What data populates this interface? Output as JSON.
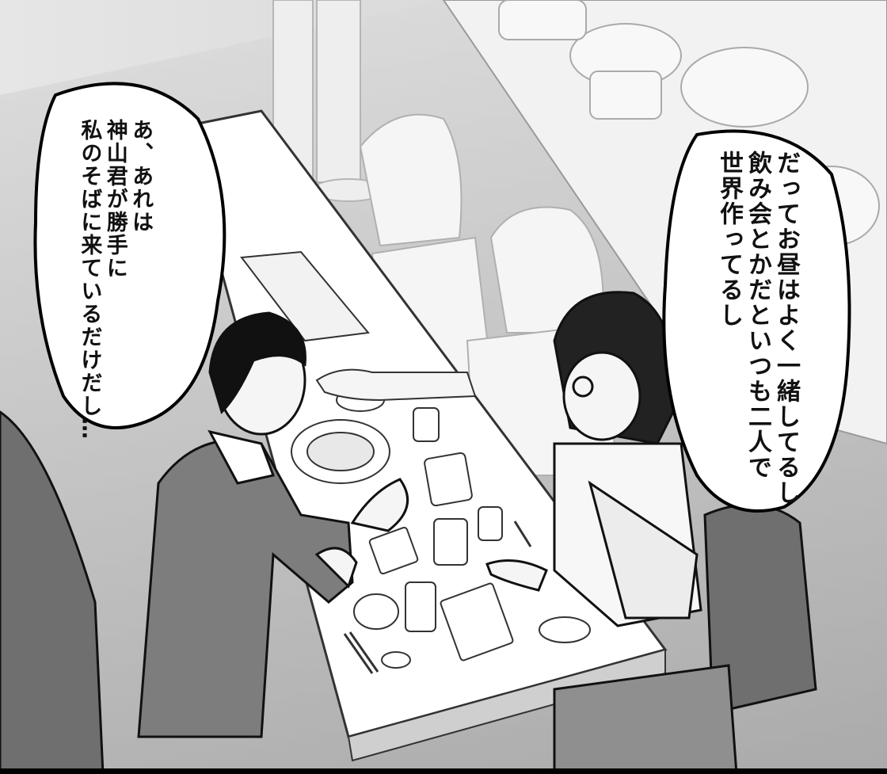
{
  "bubbles": {
    "left": {
      "lines": [
        "あ、あれは",
        "神山君が勝手に",
        "私のそばに来ているだけだし…"
      ]
    },
    "right": {
      "lines": [
        "だってお昼はよく一緒してるし",
        "飲み会とかだといつも二人で",
        "世界作ってるし"
      ]
    },
    "colors": {
      "fill": "#ffffff",
      "outline": "#000000"
    }
  }
}
